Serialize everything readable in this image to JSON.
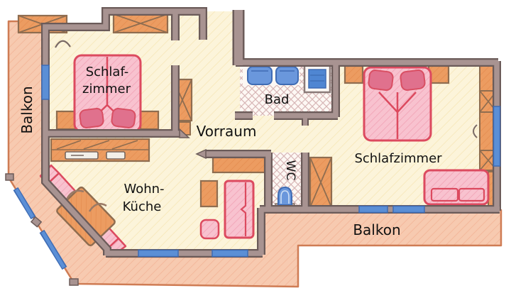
{
  "plan": {
    "type": "apartment-floor-plan",
    "style": "hand-drawn colored pencil",
    "rooms": {
      "balcony_left": {
        "label": "Balkon"
      },
      "bedroom_left": {
        "label_line1": "Schlaf-",
        "label_line2": "zimmer"
      },
      "bathroom": {
        "label": "Bad"
      },
      "hallway": {
        "label": "Vorraum"
      },
      "wc": {
        "label": "WC"
      },
      "bedroom_right": {
        "label": "Schlafzimmer"
      },
      "living_kitchen": {
        "label_line1": "Wohn-",
        "label_line2": "Küche"
      },
      "balcony_bottom": {
        "label": "Balkon"
      }
    },
    "colors": {
      "wall_fill": "#a89391",
      "wall_outline": "#6b5b59",
      "room_floor": "#fcf4da",
      "balcony_floor": "#f7cab0",
      "balcony_outline": "#cf7c54",
      "window_blue": "#5b8fd6",
      "window_blue_dark": "#3f6cb4",
      "fixture_blue": "#6a97dc",
      "furniture_orange": "#ec9c61",
      "furniture_orange_outline": "#8f6d50",
      "furniture_pink": "#f8c2cf",
      "furniture_red_outline": "#dc4a5f",
      "tile_floor": "#fdf8f4",
      "label_text": "#111111"
    }
  }
}
